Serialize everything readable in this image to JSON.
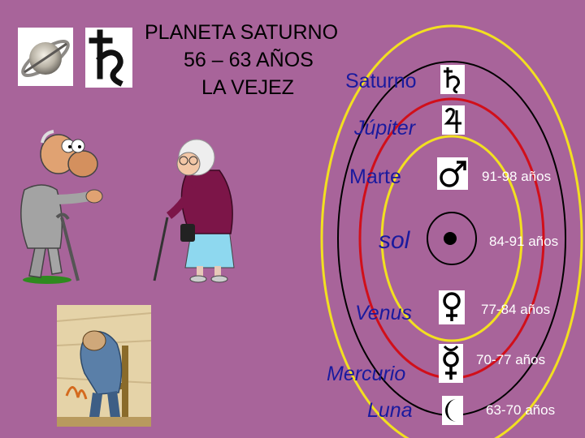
{
  "title": {
    "line1": "PLANETA SATURNO",
    "line2": "56 – 63 AÑOS",
    "line3": "LA VEJEZ"
  },
  "colors": {
    "background": "#a8649a",
    "planet_label": "#1a1a9e",
    "age_label": "#ffffff",
    "orbit_yellow": "#f2e020",
    "orbit_red": "#d10f1a",
    "orbit_black": "#000000"
  },
  "planets": [
    {
      "name": "Saturno",
      "icon": "saturn-symbol-icon",
      "age": ""
    },
    {
      "name": "Júpiter",
      "icon": "jupiter-symbol-icon",
      "age": ""
    },
    {
      "name": "Marte",
      "icon": "mars-symbol-icon",
      "age": "91-98 años"
    },
    {
      "name": "sol",
      "icon": "sun-symbol-icon",
      "age": "84-91 años"
    },
    {
      "name": "Venus",
      "icon": "venus-symbol-icon",
      "age": "77-84 años"
    },
    {
      "name": "Mercurio",
      "icon": "mercury-symbol-icon",
      "age": "70-77 años"
    },
    {
      "name": "Luna",
      "icon": "moon-symbol-icon",
      "age": "63-70 años"
    }
  ],
  "images": [
    {
      "name": "saturn-planet-image"
    },
    {
      "name": "saturn-glyph-image"
    },
    {
      "name": "elderly-man-cartoon"
    },
    {
      "name": "elderly-woman-cartoon"
    },
    {
      "name": "sorrowing-old-man-painting"
    }
  ]
}
